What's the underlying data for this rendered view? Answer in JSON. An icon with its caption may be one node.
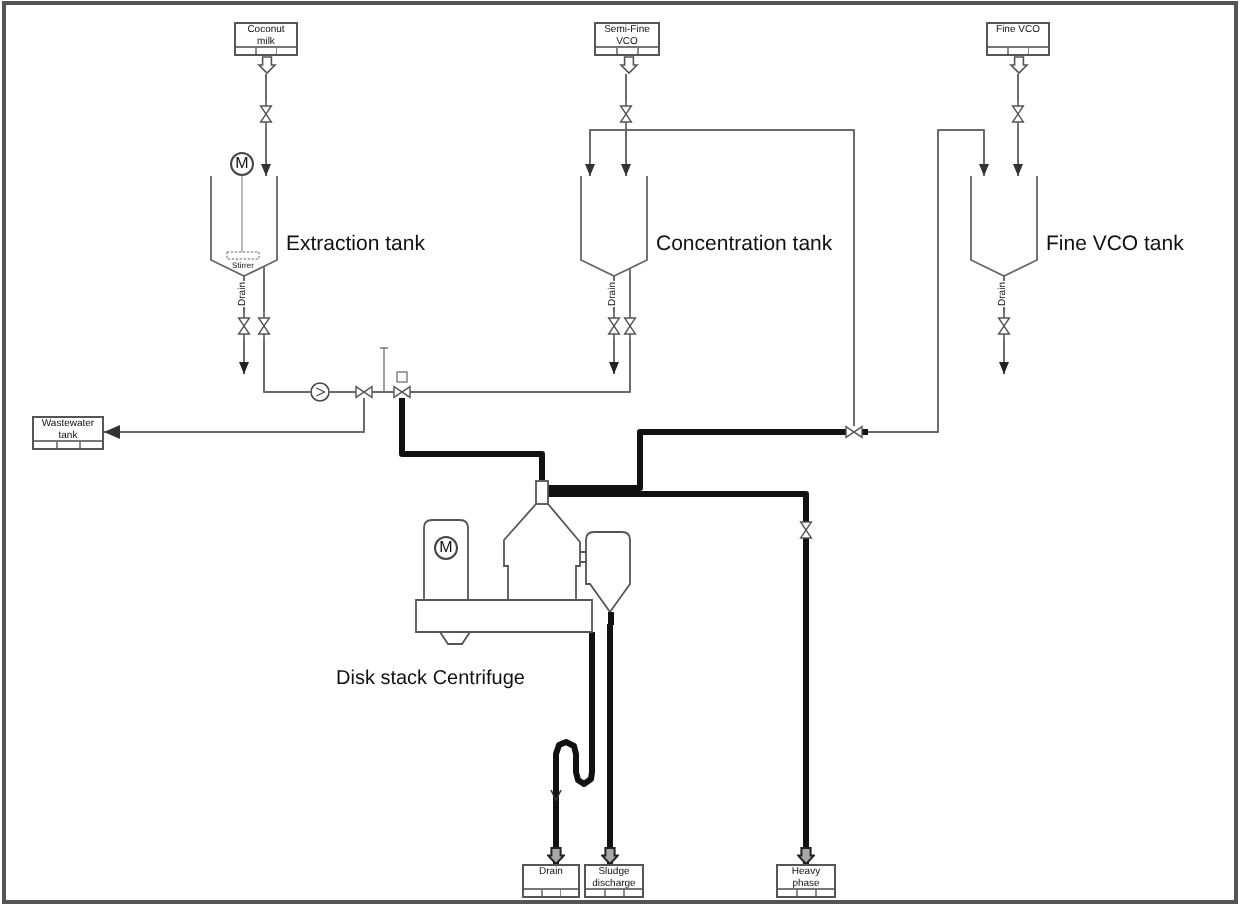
{
  "diagram": {
    "nodes": [
      {
        "text": [
          "Coconut milk"
        ]
      },
      {
        "text": [
          "Semi-Fine VCO"
        ]
      },
      {
        "text": [
          "Fine VCO"
        ]
      },
      {
        "text": [],
        "shape": "valve"
      },
      {
        "text": [],
        "shape": "valve"
      },
      {
        "text": [],
        "shape": "valve"
      },
      {
        "text": [
          "M",
          "Stirrer"
        ]
      },
      {
        "text": [
          "Extraction tank"
        ]
      },
      {
        "text": [
          "Concentration tank"
        ]
      },
      {
        "text": [
          "Fine VCO tank"
        ]
      },
      {
        "text": [],
        "shape": "valve"
      },
      {
        "text": [],
        "shape": "valve"
      },
      {
        "text": [],
        "shape": "valve"
      },
      {
        "text": [],
        "shape": "valve"
      },
      {
        "text": [],
        "shape": "valve"
      },
      {
        "text": [],
        "shape": "circle"
      },
      {
        "text": [],
        "shape": "valve"
      },
      {
        "text": [],
        "shape": "valve"
      },
      {
        "text": [
          "Wastewater tank"
        ]
      },
      {
        "text": [],
        "shape": "valve"
      },
      {
        "text": [
          "Disk stack Centrifuge"
        ]
      },
      {
        "text": [
          "M"
        ],
        "in": 20
      },
      {
        "text": [],
        "shape": "valve"
      },
      {
        "text": [
          "Drain"
        ]
      },
      {
        "text": [
          "Sludge discharge"
        ]
      },
      {
        "text": [
          "Heavy phase"
        ]
      }
    ],
    "edges": [
      {
        "from": 0,
        "to": 3,
        "arrow": "none"
      },
      {
        "from": 3,
        "to": 7,
        "arrow": "to"
      },
      {
        "from": 1,
        "to": 4,
        "arrow": "none"
      },
      {
        "from": 4,
        "to": 8,
        "arrow": "to"
      },
      {
        "from": 2,
        "to": 5,
        "arrow": "none"
      },
      {
        "from": 5,
        "to": 9,
        "arrow": "to"
      },
      {
        "from": 7,
        "to": 10,
        "arrow": "none",
        "label": "Drain"
      },
      {
        "from": 10,
        "to": null,
        "arrow": "to"
      },
      {
        "from": 7,
        "to": 11,
        "arrow": "none"
      },
      {
        "from": 8,
        "to": 12,
        "arrow": "none",
        "label": "Drain"
      },
      {
        "from": 12,
        "to": null,
        "arrow": "to"
      },
      {
        "from": 8,
        "to": 13,
        "arrow": "none"
      },
      {
        "from": 9,
        "to": 14,
        "arrow": "none",
        "label": "Drain"
      },
      {
        "from": 14,
        "to": null,
        "arrow": "to"
      },
      {
        "from": 11,
        "to": 15,
        "arrow": "none"
      },
      {
        "from": 15,
        "to": 16,
        "arrow": "none"
      },
      {
        "from": 16,
        "to": 18,
        "arrow": "to"
      },
      {
        "from": 16,
        "to": 17,
        "arrow": "none"
      },
      {
        "from": 13,
        "to": 17,
        "arrow": "none"
      },
      {
        "from": 17,
        "to": 20,
        "arrow": "none",
        "style": "thick",
        "color": "#111111"
      },
      {
        "from": 20,
        "to": 19,
        "arrow": "none",
        "style": "thick",
        "color": "#111111"
      },
      {
        "from": 19,
        "to": 9,
        "arrow": "to"
      },
      {
        "from": 19,
        "to": 8,
        "arrow": "to"
      },
      {
        "from": 20,
        "to": 22,
        "arrow": "none",
        "style": "thick",
        "color": "#111111"
      },
      {
        "from": 22,
        "to": 25,
        "arrow": "to",
        "style": "thick",
        "color": "#111111"
      },
      {
        "from": 20,
        "to": 23,
        "arrow": "to",
        "style": "thick",
        "color": "#111111"
      },
      {
        "from": 20,
        "to": 24,
        "arrow": "to",
        "style": "thick",
        "color": "#111111"
      }
    ]
  }
}
